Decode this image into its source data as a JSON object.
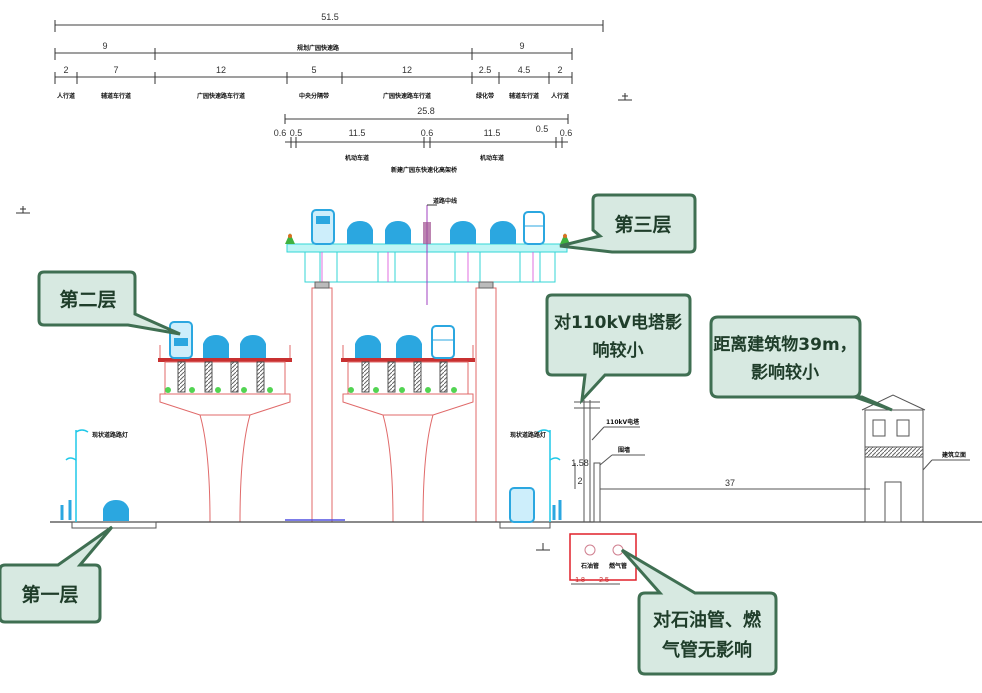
{
  "diagram": {
    "title": "Cross-section of three-level road/viaduct with surrounding facilities",
    "colors": {
      "callout_fill": "#d7e9e1",
      "callout_border": "#3f6f52",
      "callout_text": "#1f3d2a",
      "upper_deck": "#33d6d6",
      "middle_structure": "#e06a6a",
      "vehicles": "#2ba7e0",
      "pipe_box": "#e0202a",
      "ground_line": "#444444"
    },
    "dimensions": {
      "total": "51.5",
      "row2": [
        {
          "value": "9",
          "label": ""
        },
        {
          "value": "",
          "label": "规划广园快速路"
        },
        {
          "value": "9",
          "label": ""
        }
      ],
      "row3": [
        {
          "value": "2",
          "label": "人行道"
        },
        {
          "value": "7",
          "label": "辅道车行道"
        },
        {
          "value": "12",
          "label": "广园快速路车行道"
        },
        {
          "value": "5",
          "label": "中央分隔带"
        },
        {
          "value": "12",
          "label": "广园快速路车行道"
        },
        {
          "value": "2.5",
          "label": "绿化带"
        },
        {
          "value": "4.5",
          "label": "辅道车行道"
        },
        {
          "value": "2",
          "label": "人行道"
        }
      ],
      "upper_total": "25.8",
      "upper_row": [
        {
          "value": "0.6"
        },
        {
          "value": "0.5"
        },
        {
          "value": "11.5",
          "label": "机动车道"
        },
        {
          "value": "0.6"
        },
        {
          "value": "11.5",
          "label": "机动车道"
        },
        {
          "value": "0.5"
        },
        {
          "value": "0.6"
        }
      ],
      "upper_caption": "新建广园东快速化高架桥",
      "centerline_label": "道路中线",
      "distance_to_building": "37",
      "tower_dims": [
        "1.58",
        "2"
      ],
      "pipe_dims": [
        "1.8",
        "2.5"
      ]
    },
    "annotations": {
      "streetlight_left": "现状道路路灯",
      "streetlight_right": "现状道路路灯",
      "power_line": "110kV电塔",
      "fence": "围墙",
      "building": "建筑立面",
      "pipe_oil": "石油管",
      "pipe_gas": "燃气管"
    },
    "callouts": {
      "level1": "第一层",
      "level2": "第二层",
      "level3": "第三层",
      "tower": [
        "对110kV电塔影",
        "响较小"
      ],
      "building": [
        "距离建筑物39m，",
        "影响较小"
      ],
      "pipes": [
        "对石油管、燃",
        "气管无影响"
      ]
    }
  }
}
